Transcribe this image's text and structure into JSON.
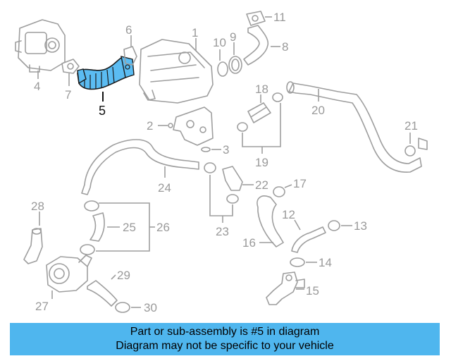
{
  "diagram": {
    "highlight_color": "#5bbcf2",
    "line_color": "#9e9e9e",
    "highlighted_part": "5",
    "callouts": [
      "1",
      "2",
      "3",
      "4",
      "5",
      "6",
      "7",
      "8",
      "9",
      "10",
      "11",
      "12",
      "13",
      "14",
      "15",
      "16",
      "17",
      "18",
      "19",
      "20",
      "21",
      "22",
      "23",
      "24",
      "25",
      "26",
      "27",
      "28",
      "29",
      "30"
    ]
  },
  "banner": {
    "line1": "Part or sub-assembly is #5 in diagram",
    "line2": "Diagram may not be specific to your vehicle",
    "background": "#4fb6ee"
  }
}
